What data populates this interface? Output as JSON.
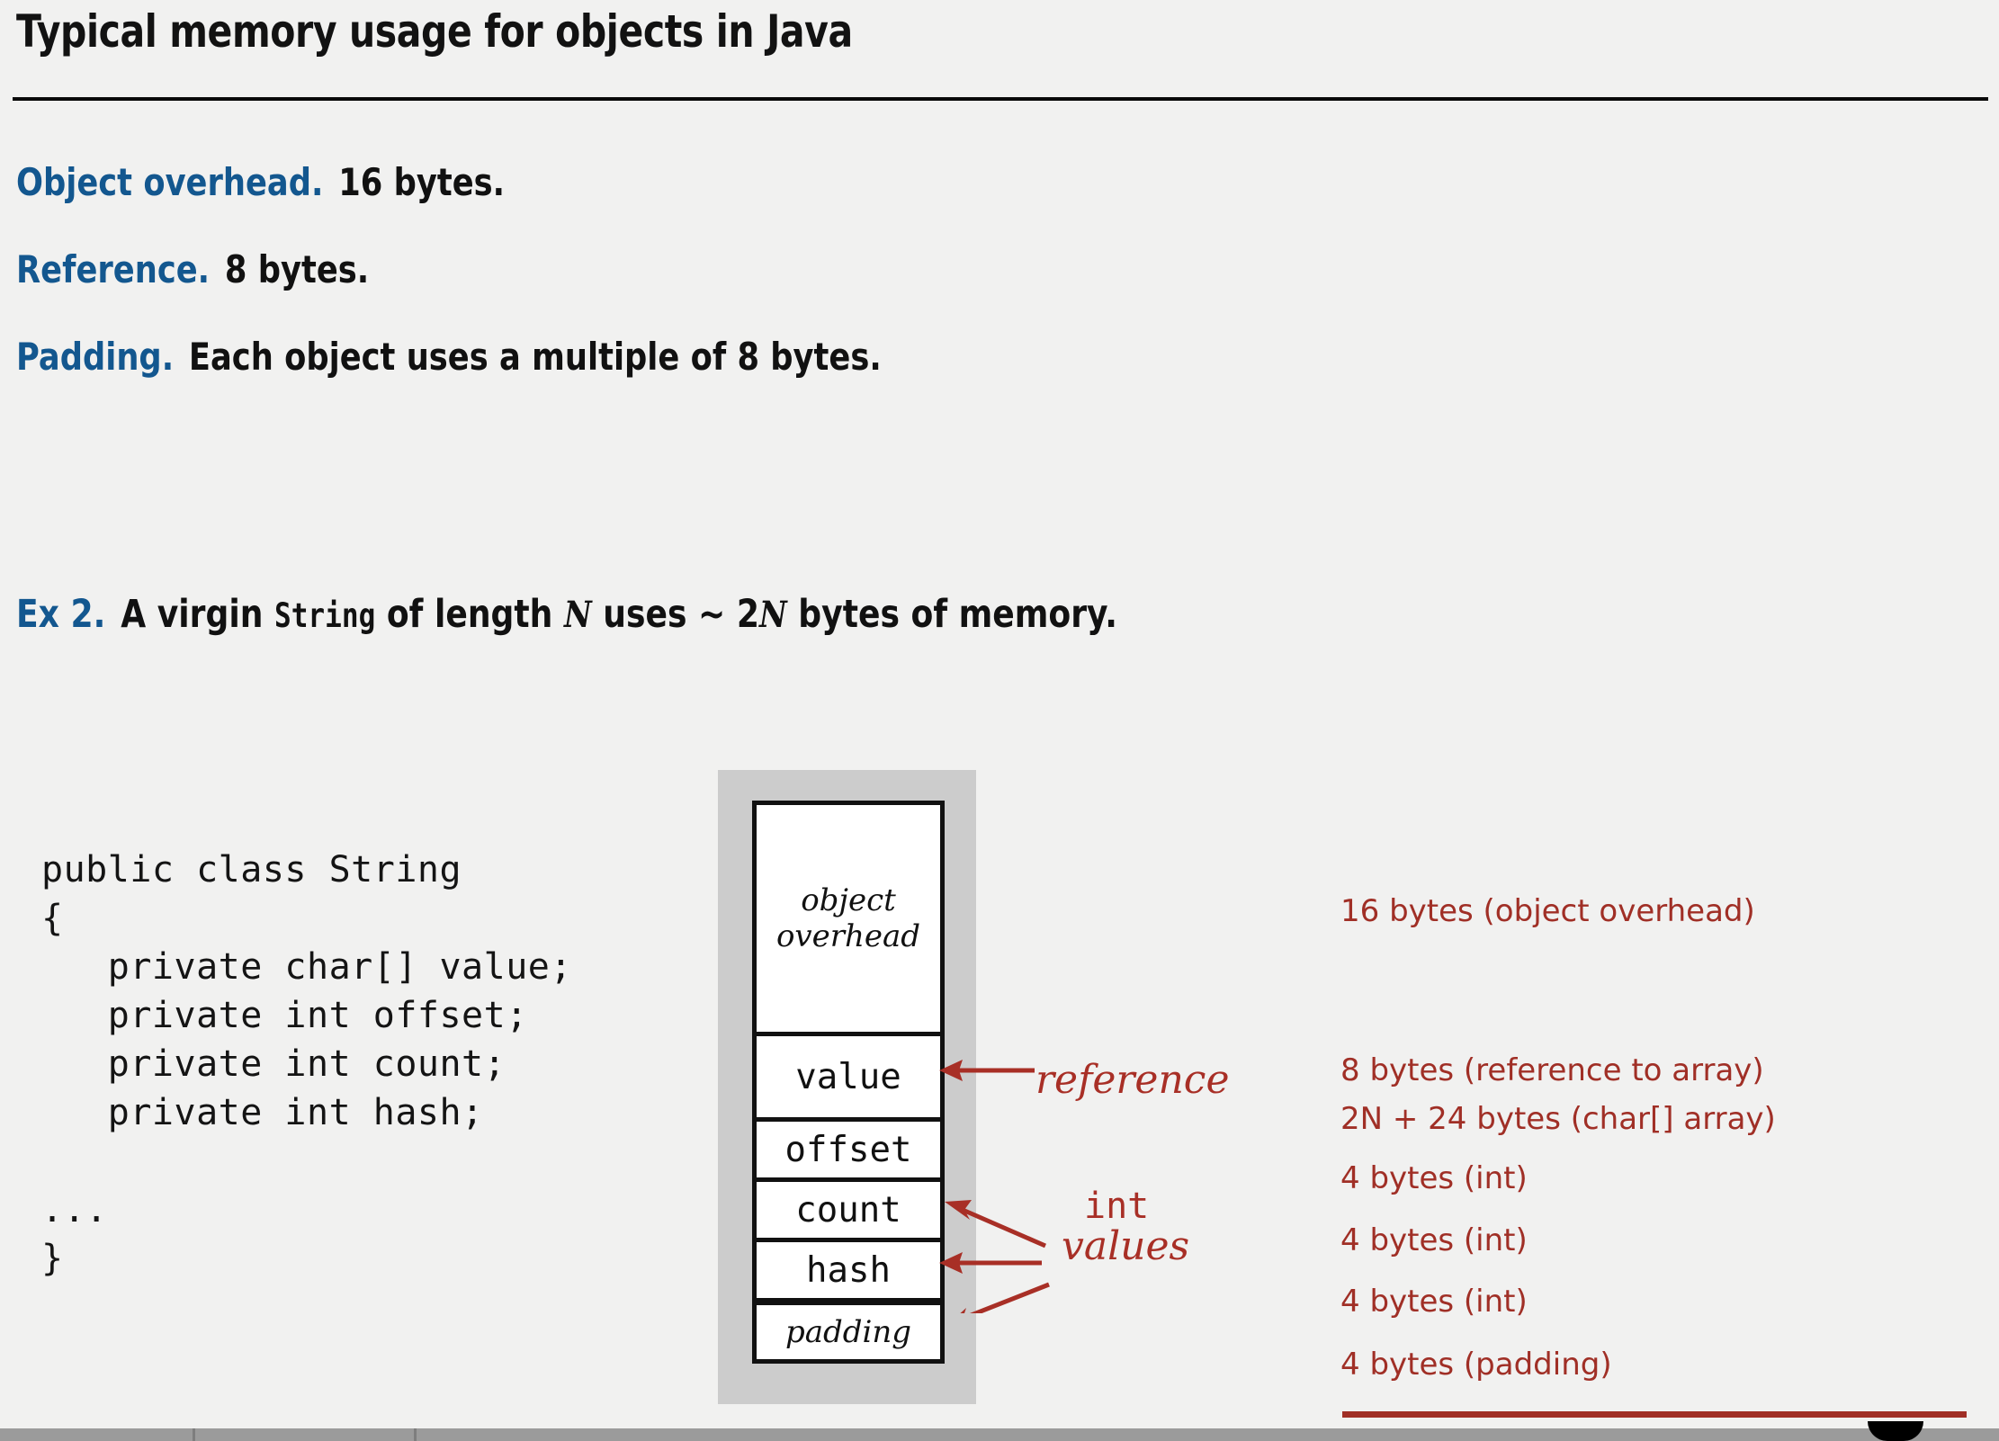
{
  "slide": {
    "title": "Typical memory usage for objects in Java",
    "accent_blue": "#13578f",
    "accent_red": "#a02f26",
    "panel_gray": "#cccccc",
    "background": "#f1f1f0"
  },
  "bullets": [
    {
      "lead": "Object overhead.",
      "rest": "16 bytes."
    },
    {
      "lead": "Reference.",
      "rest": "8 bytes."
    },
    {
      "lead": "Padding.",
      "rest": "Each object uses a multiple of 8 bytes."
    }
  ],
  "example": {
    "lead": "Ex 2.",
    "part_a": "A virgin ",
    "code": "String",
    "part_b": " of length ",
    "var_n": "N",
    "part_c": " uses ~ 2",
    "var_n2": "N",
    "part_d": " bytes of memory."
  },
  "code_block": "public class String\n{\n   private char[] value;\n   private int offset;\n   private int count;\n   private int hash;\n\n...\n}",
  "memory_diagram": {
    "cells": [
      {
        "label": "object\noverhead",
        "style": "italic"
      },
      {
        "label": "value",
        "style": "mono"
      },
      {
        "label": "offset",
        "style": "mono"
      },
      {
        "label": "count",
        "style": "mono"
      },
      {
        "label": "hash",
        "style": "mono"
      },
      {
        "label": "padding",
        "style": "italic"
      }
    ],
    "annotations": [
      {
        "name": "reference",
        "text": "reference"
      },
      {
        "name": "int",
        "text": "int"
      },
      {
        "name": "values",
        "text": "values"
      }
    ]
  },
  "byte_breakdown": [
    "16 bytes (object overhead)",
    "8 bytes (reference to array)",
    "2N + 24 bytes (char[] array)",
    "4 bytes (int)",
    "4 bytes (int)",
    "4 bytes (int)",
    "4 bytes (padding)"
  ]
}
